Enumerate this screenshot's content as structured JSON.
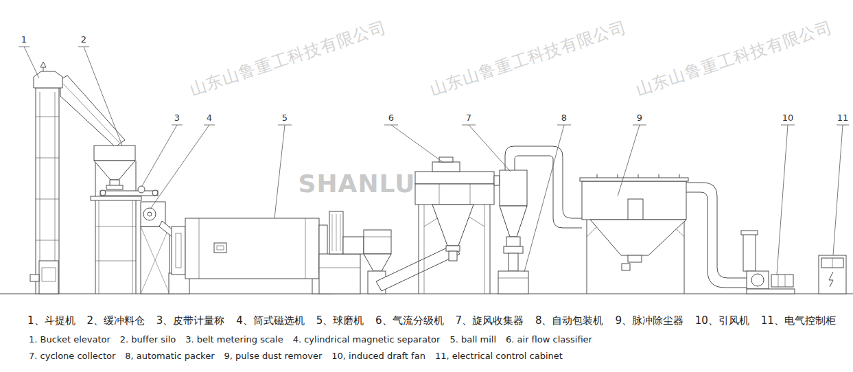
{
  "diagram": {
    "labels": [
      "1",
      "2",
      "3",
      "4",
      "5",
      "6",
      "7",
      "8",
      "9",
      "10",
      "11",
      "山东山鲁重工科技有限公司",
      "山东山鲁重工科技有限公司",
      "山东山鲁重工科技有限公司",
      "SHANLU",
      "1、斗提机",
      "2、缓冲料仓",
      "3、皮带计量称",
      "4、筒式磁选机",
      "5、球磨机",
      "6、气流分级机",
      "7、旋风收集器",
      "8、自动包装机",
      "9、脉冲除尘器",
      "10、引风机",
      "11、电气控制柜",
      "1. Bucket elevator",
      "2. buffer silo",
      "3. belt metering scale",
      "4. cylindrical magnetic separator",
      "5. ball mill",
      "6. air flow classifier",
      "7. cyclone collector",
      "8, automatic packer",
      "9, pulse dust remover",
      "10, induced draft fan",
      "11, electrical control cabinet"
    ]
  }
}
